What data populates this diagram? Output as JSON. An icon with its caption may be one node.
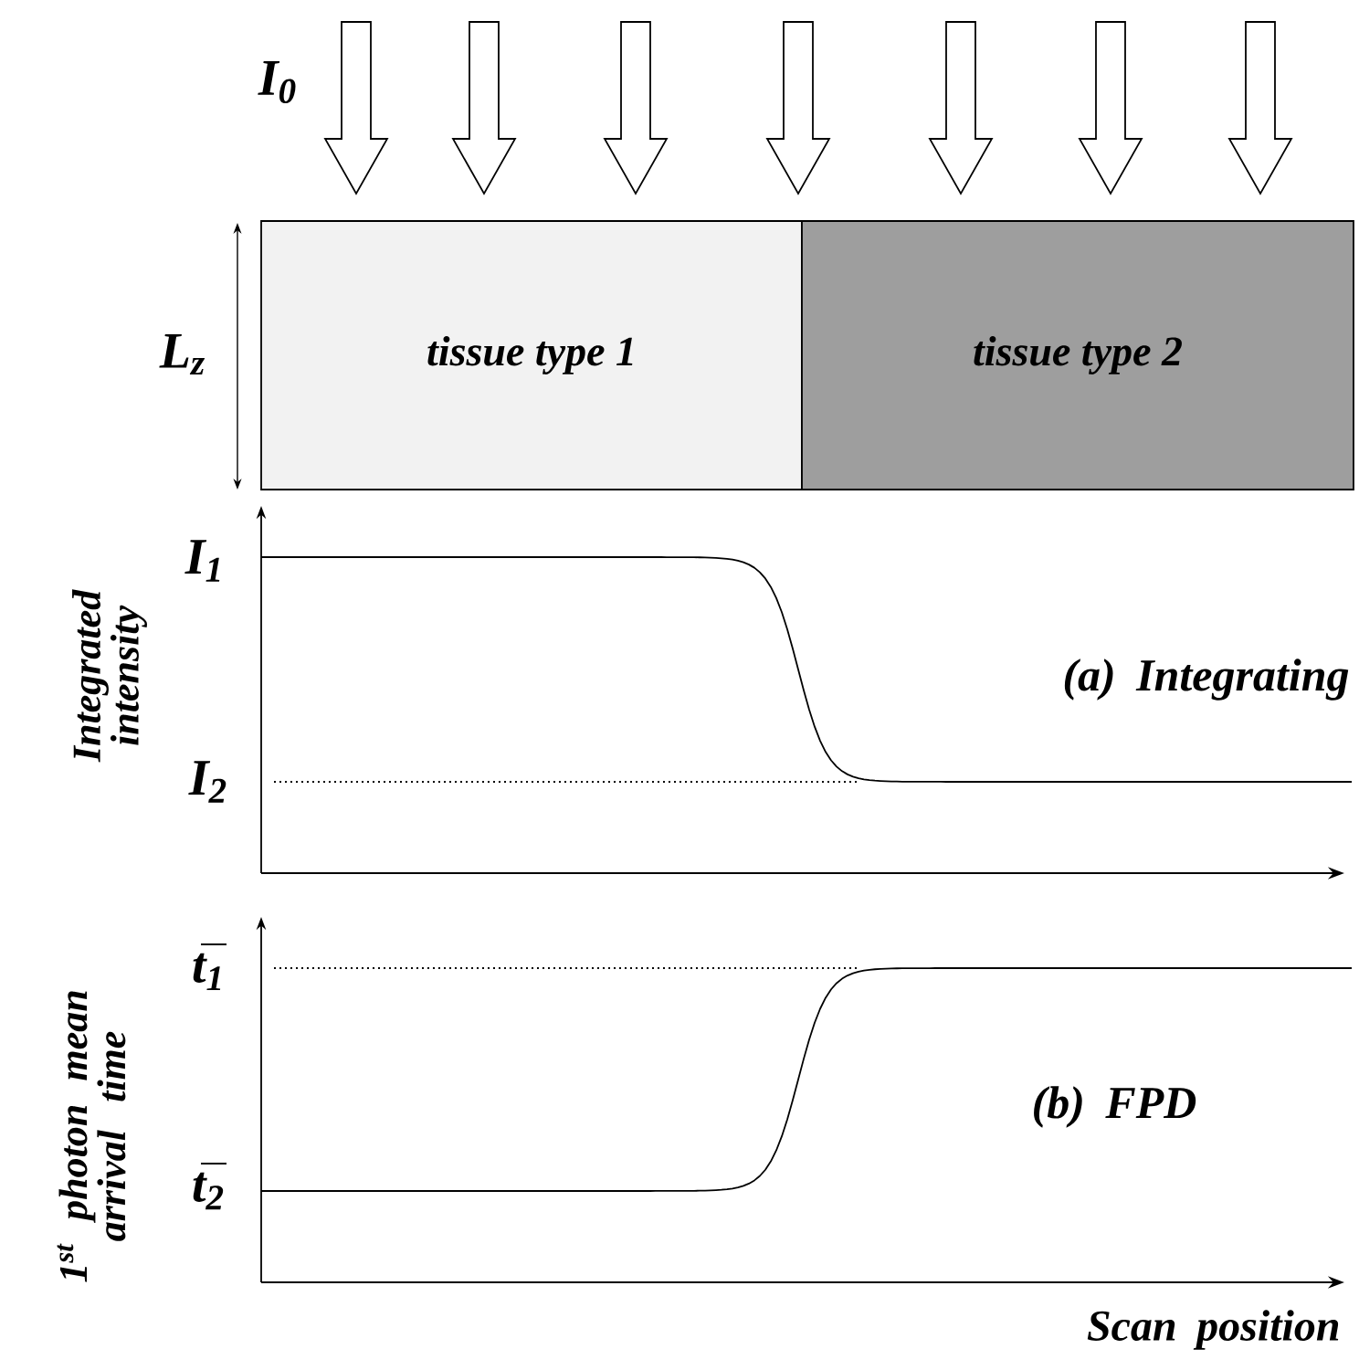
{
  "diagram": {
    "nodes": [
      {
        "text": [
          "tissue type 1"
        ]
      },
      {
        "text": [
          "tissue type 2"
        ]
      }
    ],
    "edges": [],
    "labels": [
      "I$_{0}$",
      "L$_{z}$",
      "I$_{1}$",
      "Integrated intensity",
      "(a) Integrating",
      "I$_{2}$",
      "t$_{1}$",
      "1$^{st}$ photon mean arrival time",
      "(b) FPD",
      "t$_{2}$",
      "Scan position"
    ]
  }
}
